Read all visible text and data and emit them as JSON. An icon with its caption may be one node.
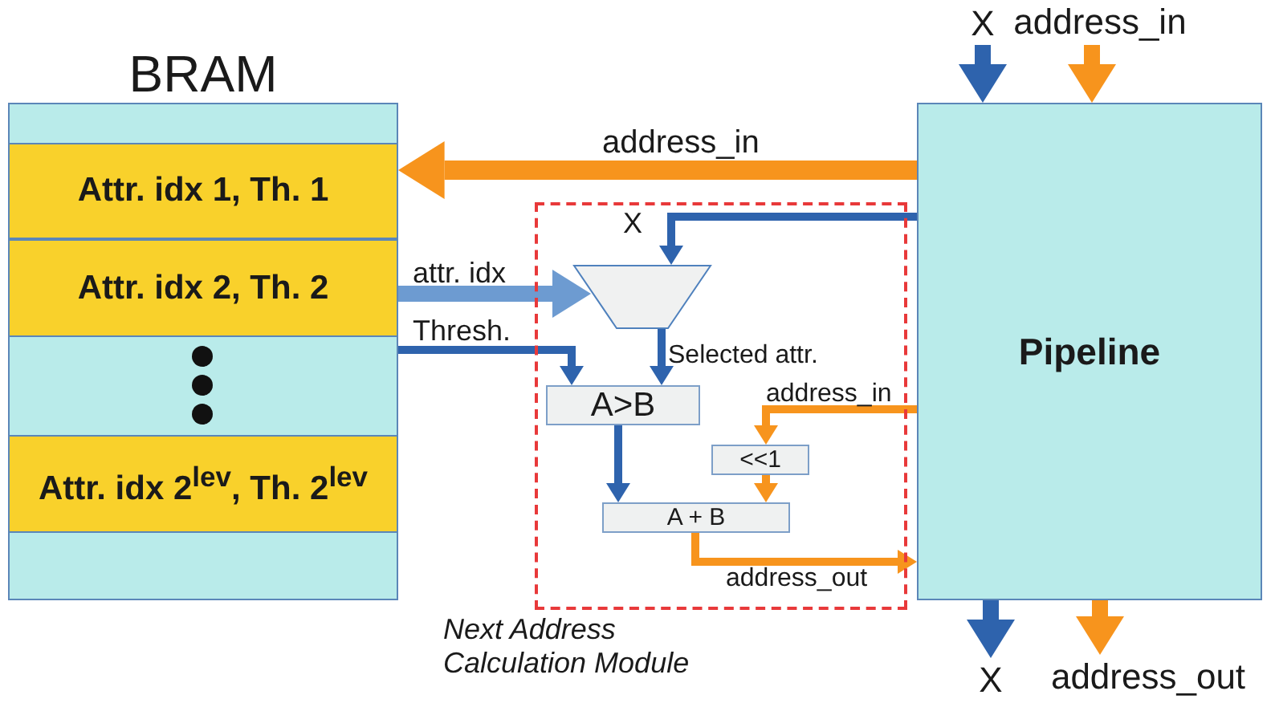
{
  "diagram": {
    "nodes": [
      {
        "text": [
          "BRAM"
        ]
      },
      {
        "text": [
          "Attr. idx 1, Th. 1"
        ],
        "in": 0
      },
      {
        "text": [
          "Attr. idx 2, Th. 2"
        ],
        "in": 0
      },
      {
        "text": [
          "Attr. idx 2$^{lev}$, Th. 2$^{lev}$"
        ],
        "in": 0
      },
      {
        "text": [
          "Next Address Calculation Module"
        ]
      },
      {
        "text": [],
        "shape": "trapezoid",
        "in": 4
      },
      {
        "text": [
          "A>B"
        ],
        "in": 4
      },
      {
        "text": [
          "<<1"
        ],
        "in": 4
      },
      {
        "text": [
          "A + B"
        ],
        "in": 4
      },
      {
        "text": [
          "Pipeline"
        ]
      },
      {
        "text": [
          "X"
        ]
      },
      {
        "text": [
          "address_in"
        ]
      },
      {
        "text": [
          "X"
        ]
      },
      {
        "text": [
          "address_out"
        ]
      }
    ],
    "edges": [
      {
        "from": 9,
        "to": 0,
        "arrow": "to",
        "label": "address_in",
        "style": "thick",
        "color": "#f7941d"
      },
      {
        "from": 9,
        "to": 5,
        "arrow": "to",
        "label": "X",
        "color": "#2e63ad"
      },
      {
        "from": 0,
        "to": 5,
        "arrow": "to",
        "label": "attr. idx",
        "style": "thick",
        "color": "#6d9bd1"
      },
      {
        "from": 0,
        "to": 6,
        "arrow": "to",
        "label": "Thresh.",
        "color": "#2e63ad"
      },
      {
        "from": 5,
        "to": 6,
        "arrow": "to",
        "label": "Selected attr.",
        "color": "#2e63ad"
      },
      {
        "from": 6,
        "to": 8,
        "arrow": "to",
        "color": "#2e63ad"
      },
      {
        "from": 9,
        "to": 7,
        "arrow": "to",
        "label": "address_in",
        "color": "#f7941d"
      },
      {
        "from": 7,
        "to": 8,
        "arrow": "to",
        "color": "#f7941d"
      },
      {
        "from": 8,
        "to": 9,
        "arrow": "to",
        "label": "address_out",
        "color": "#f7941d"
      },
      {
        "from": 10,
        "to": 9,
        "arrow": "to",
        "style": "thick",
        "color": "#2e63ad"
      },
      {
        "from": 11,
        "to": 9,
        "arrow": "to",
        "style": "thick",
        "color": "#f7941d"
      },
      {
        "from": 9,
        "to": 12,
        "arrow": "to",
        "style": "thick",
        "color": "#2e63ad"
      },
      {
        "from": 9,
        "to": 13,
        "arrow": "to",
        "style": "thick",
        "color": "#f7941d"
      }
    ]
  }
}
